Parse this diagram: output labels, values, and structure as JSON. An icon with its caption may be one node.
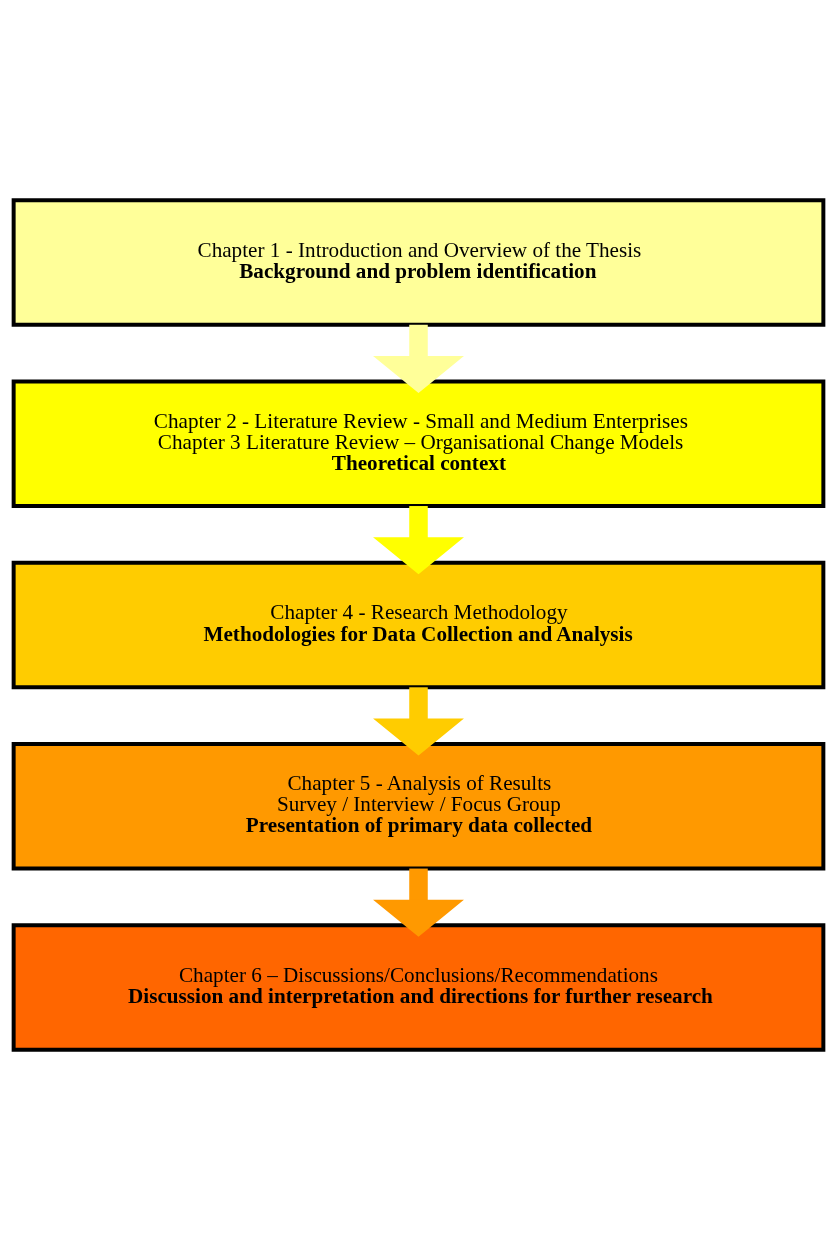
{
  "diagram": {
    "nodes": [
      {
        "text": [
          "Chapter 1 - Introduction and Overview of the Thesis",
          "Background and problem identification"
        ]
      },
      {
        "text": [
          "Chapter 2 - Literature Review - Small and Medium Enterprises",
          "Chapter 3 Literature Review – Organisational Change Models",
          "Theoretical context"
        ]
      },
      {
        "text": [
          "Chapter 4 - Research Methodology",
          "Methodologies for Data Collection and Analysis"
        ]
      },
      {
        "text": [
          "Chapter 5 - Analysis of Results",
          "Survey / Interview / Focus Group",
          "Presentation of primary data collected"
        ]
      },
      {
        "text": [
          "Chapter 6 – Discussions/Conclusions/Recommendations",
          "Discussion and interpretation and directions for further research"
        ]
      }
    ],
    "edges": [
      {
        "from": 0,
        "to": 1,
        "arrow": "to",
        "color": "#ffff99"
      },
      {
        "from": 1,
        "to": 2,
        "arrow": "to",
        "color": "#ffff00"
      },
      {
        "from": 2,
        "to": 3,
        "arrow": "to",
        "color": "#ffcc00"
      },
      {
        "from": 3,
        "to": 4,
        "arrow": "to",
        "color": "#ff9900"
      }
    ]
  }
}
